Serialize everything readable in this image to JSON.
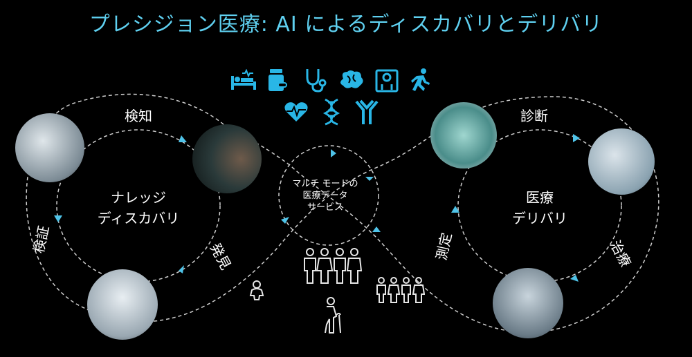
{
  "title": "プレシジョン医療: AI によるディスカバリとデリバリ",
  "left_loop": {
    "name_line1": "ナレッジ",
    "name_line2": "ディスカバリ",
    "step_top": "検知",
    "step_right": "発見",
    "step_left": "検証"
  },
  "right_loop": {
    "name_line1": "医療",
    "name_line2": "デリバリ",
    "step_top": "診断",
    "step_right": "治療",
    "step_left": "測定"
  },
  "center": {
    "line1": "マルチ モードの",
    "line2": "医療データ",
    "line3": "サービス"
  },
  "colors": {
    "accent": "#5fd0f0",
    "arrow": "#4fc3e8",
    "loop": "#cfcfcf",
    "text": "#ffffff"
  },
  "icons_row1": [
    "hospital-bed-icon",
    "medicine-bottle-icon",
    "stethoscope-icon",
    "brain-icon",
    "scale-icon",
    "runner-icon"
  ],
  "icons_row2": [
    "heartbeat-icon",
    "dna-icon",
    "antibody-icon"
  ],
  "people_icons": [
    "baby-icon",
    "adult-group-icon",
    "elderly-person-icon",
    "child-group-icon"
  ]
}
